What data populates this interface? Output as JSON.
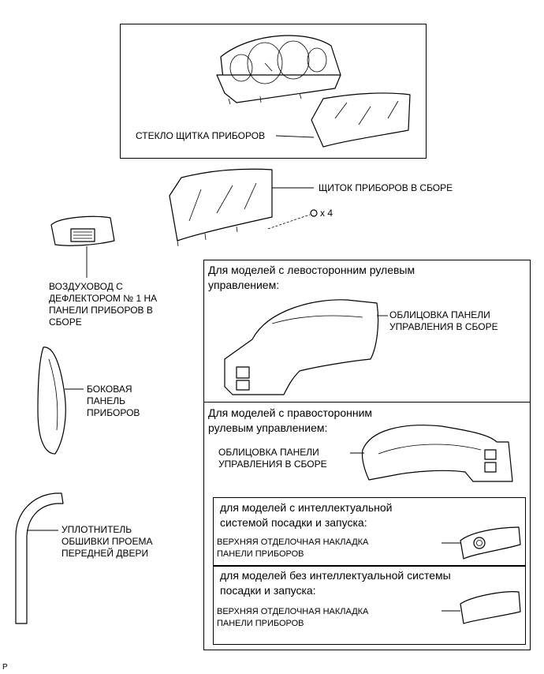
{
  "labels": {
    "cluster_glass": "СТЕКЛО ЩИТКА ПРИБОРОВ",
    "cluster_assy": "ЩИТОК ПРИБОРОВ В СБОРЕ",
    "screw_count": "x 4",
    "air_duct": "ВОЗДУХОВОД С\nДЕФЛЕКТОРОМ № 1 НА\nПАНЕЛИ ПРИБОРОВ В\nСБОРЕ",
    "side_panel": "БОКОВАЯ\nПАНЕЛЬ\nПРИБОРОВ",
    "door_seal": "УПЛОТНИТЕЛЬ\nОБШИВКИ ПРОЕМА\nПЕРЕДНЕЙ ДВЕРИ",
    "corner_mark": "P"
  },
  "lhd": {
    "heading": "Для моделей с левосторонним рулевым\nуправлением:",
    "part_label": "ОБЛИЦОВКА ПАНЕЛИ\nУПРАВЛЕНИЯ В СБОРЕ"
  },
  "rhd": {
    "heading": "Для моделей с правосторонним\nрулевым управлением:",
    "part_label": "ОБЛИЦОВКА ПАНЕЛИ\nУПРАВЛЕНИЯ В СБОРЕ",
    "smart": {
      "heading": "для моделей с интеллектуальной\nсистемой посадки и запуска:",
      "part_label": "ВЕРХНЯЯ ОТДЕЛОЧНАЯ НАКЛАДКА\nПАНЕЛИ ПРИБОРОВ"
    },
    "no_smart": {
      "heading": "для моделей без интеллектуальной системы\nпосадки и запуска:",
      "part_label": "ВЕРХНЯЯ ОТДЕЛОЧНАЯ НАКЛАДКА\nПАНЕЛИ ПРИБОРОВ"
    }
  }
}
